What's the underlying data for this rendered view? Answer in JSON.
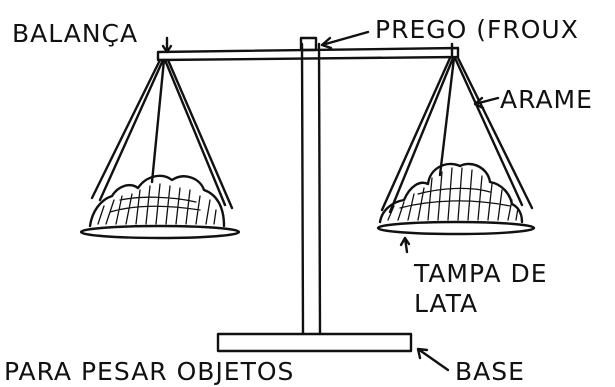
{
  "labels": {
    "balanca": "BALANÇA",
    "prego": "PREGO (FROUX",
    "arame": "ARAME",
    "tampa_line1": "TAMPA DE",
    "tampa_line2": "LATA",
    "para_pesar": "PARA PESAR OBJETOS",
    "base": "BASE"
  },
  "colors": {
    "ink": "#111111",
    "background": "#ffffff"
  }
}
